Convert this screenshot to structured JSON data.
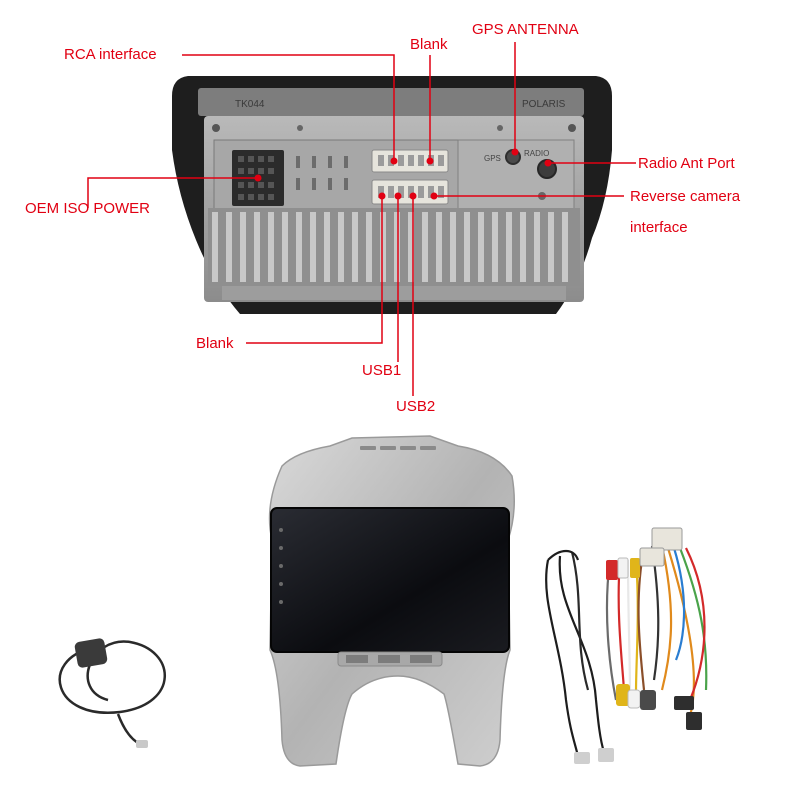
{
  "labels": {
    "rca": "RCA interface",
    "blank_top": "Blank",
    "gps": "GPS ANTENNA",
    "radio": "Radio Ant Port",
    "oem": "OEM ISO POWER",
    "reverse_line1": "Reverse camera",
    "reverse_line2": "interface",
    "blank_bottom": "Blank",
    "usb1": "USB1",
    "usb2": "USB2"
  },
  "panel_stamps": {
    "left": "TK044",
    "right": "POLARIS",
    "gps_port": "GPS",
    "radio_port": "RADIO"
  },
  "colors": {
    "callout": "#e10012",
    "frame": "#1e1e1e",
    "chassis": "#9a9a9a",
    "bezel": "#bdbdbd",
    "screen": "#0e0f14"
  }
}
